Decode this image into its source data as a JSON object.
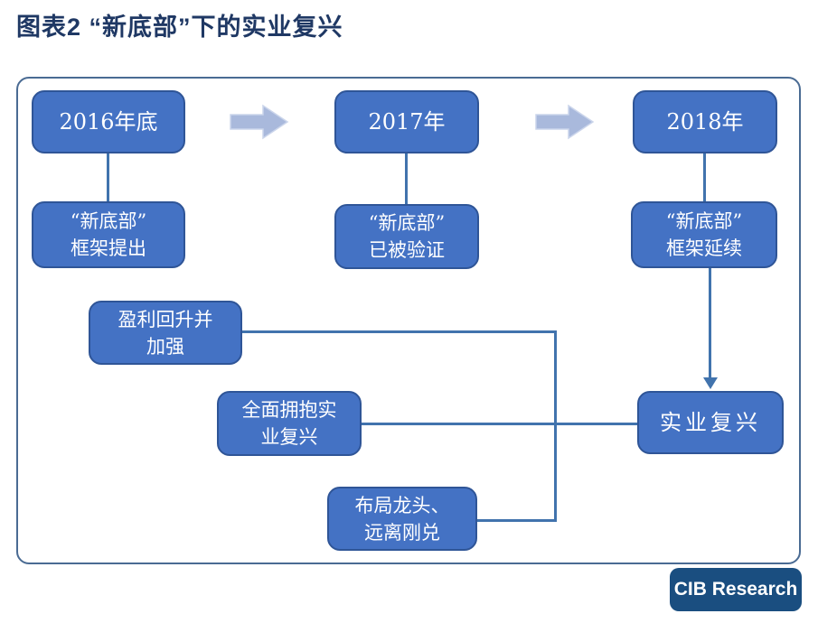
{
  "title": "图表2  “新底部”下的实业复兴",
  "palette": {
    "node_fill": "#4472C4",
    "node_border": "#2F5597",
    "connector_line": "#4173AD",
    "frame_border": "#4A6B93",
    "block_arrow_fill": "#A9B9DC",
    "block_arrow_stroke": "#CBD5EB",
    "title_color": "#1F3864",
    "badge_bg": "#1A4E80",
    "badge_text": "#FFFFFF",
    "node_text": "#FFFFFF"
  },
  "timeline": [
    {
      "year": "2016年底",
      "status": [
        "“新底部”",
        "框架提出"
      ]
    },
    {
      "year": "2017年",
      "status": [
        "“新底部”",
        "已被验证"
      ]
    },
    {
      "year": "2018年",
      "status": [
        "“新底部”",
        "框架延续"
      ]
    }
  ],
  "factors": [
    {
      "line1": "盈利回升并",
      "line2": "加强"
    },
    {
      "line1": "全面拥抱实",
      "line2": "业复兴"
    },
    {
      "line1": "布局龙头、",
      "line2": "远离刚兑"
    }
  ],
  "target": "实业复兴",
  "brand": "CIB Research"
}
